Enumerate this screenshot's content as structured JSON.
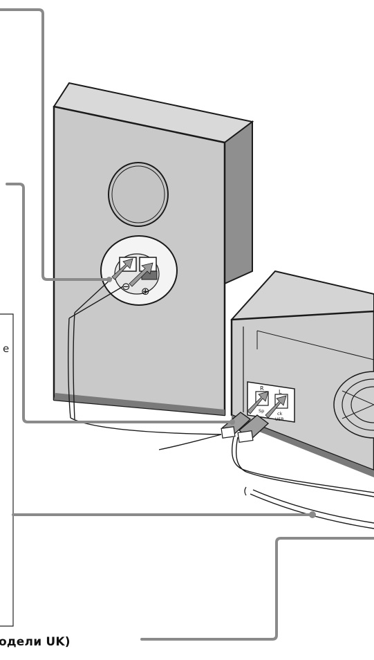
{
  "caption": {
    "bottom_text": "одели UK)"
  },
  "speaker": {
    "terminal_minus_symbol": "⊖",
    "terminal_plus_symbol": "⊕"
  },
  "unit_panel": {
    "channel_r": "R",
    "channel_l": "L",
    "speaker_label_fragment_1": "Sp",
    "speaker_label_fragment_2": "ck",
    "usb_fragment": "USB",
    "side_fragment": "e"
  },
  "colors": {
    "leader_line": "#8a8a8a",
    "body_gray": "#c9c9c9",
    "body_dark": "#7a7a7a",
    "outline": "#1a1a1a",
    "arrow_fill": "#9a9a9a"
  }
}
